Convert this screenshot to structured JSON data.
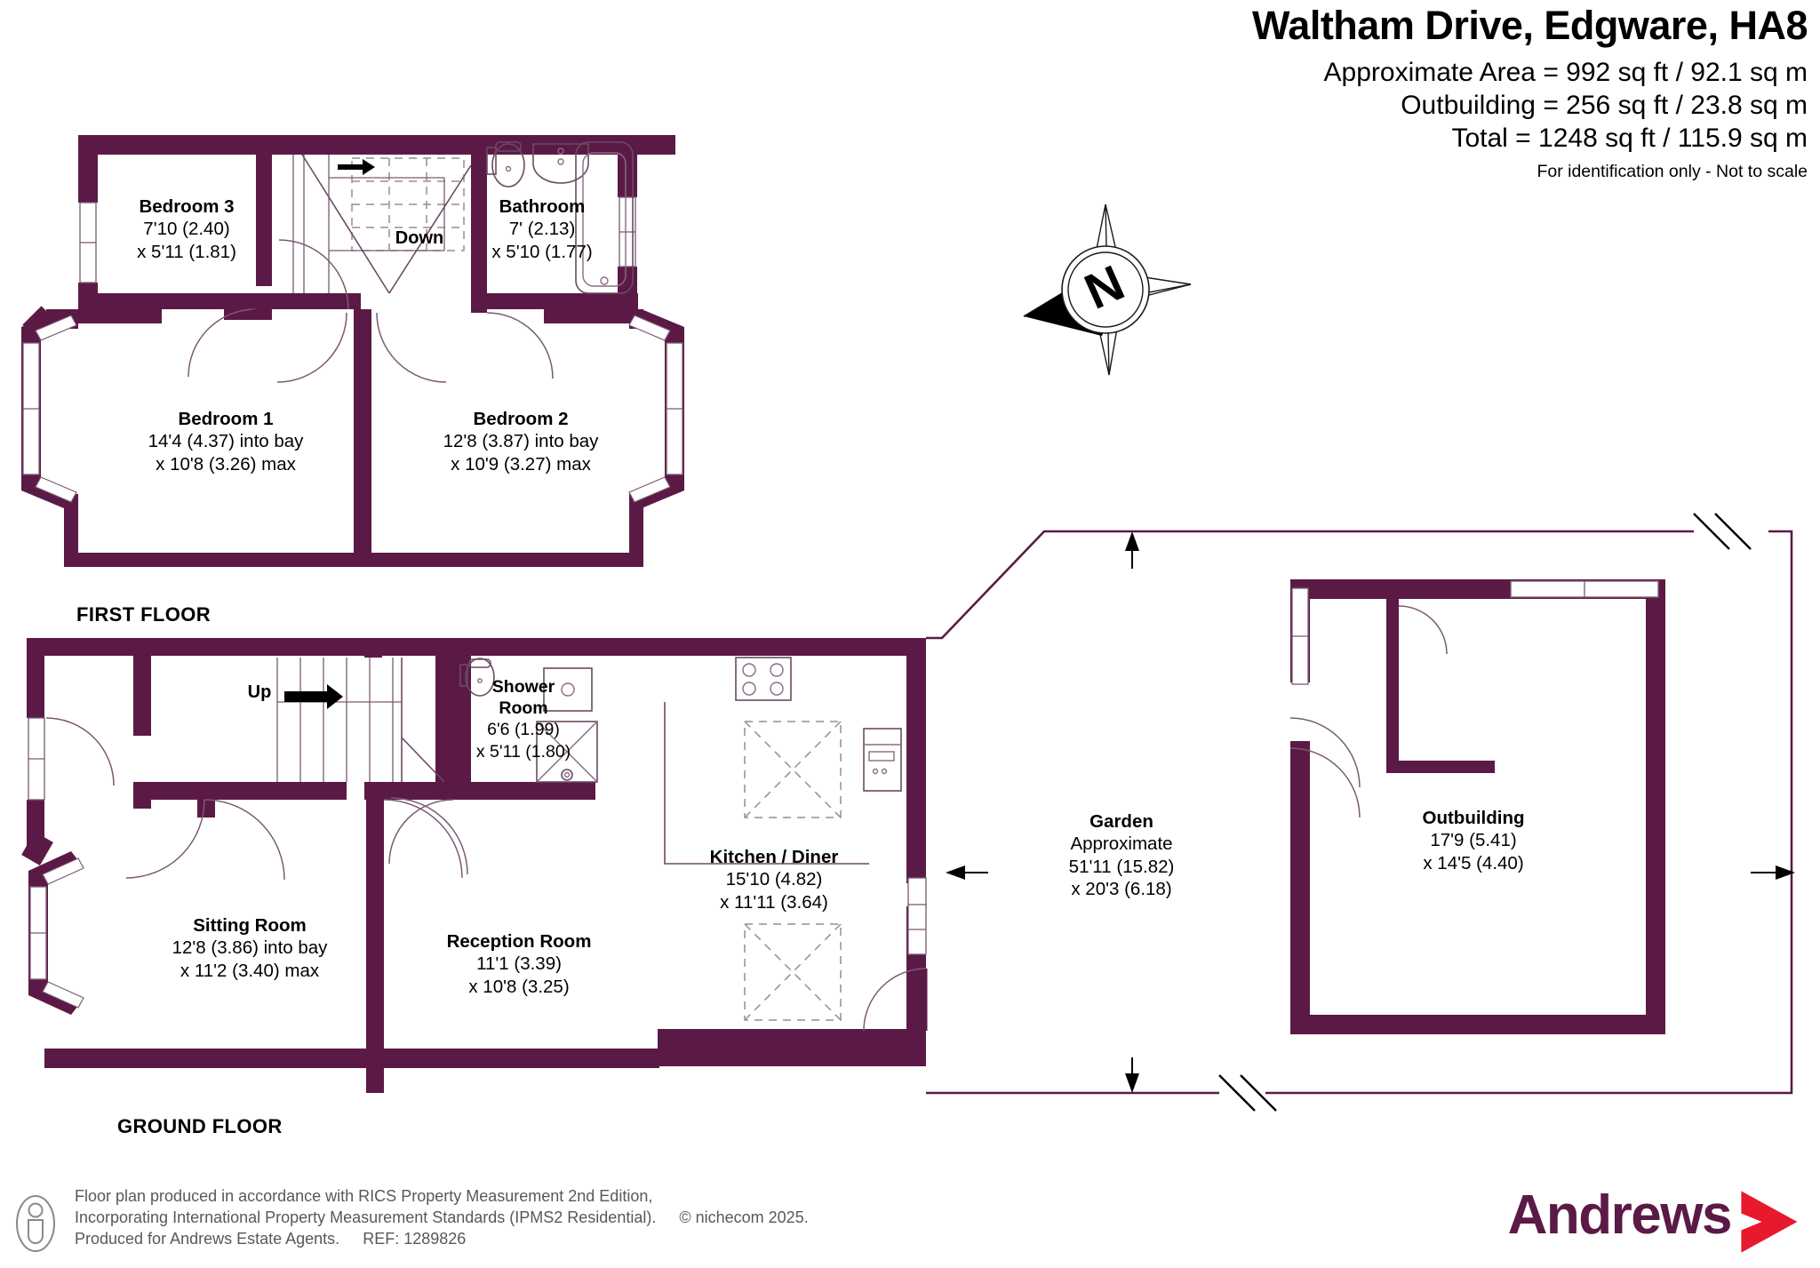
{
  "header": {
    "title": "Waltham Drive, Edgware, HA8",
    "area_line": "Approximate Area = 992 sq ft / 92.1 sq m",
    "outbuilding_line": "Outbuilding = 256 sq ft / 23.8 sq m",
    "total_line": "Total = 1248 sq ft / 115.9 sq m",
    "disclaimer": "For identification only - Not to scale"
  },
  "compass": {
    "north_letter": "N"
  },
  "floors": {
    "first": "FIRST FLOOR",
    "ground": "GROUND FLOOR"
  },
  "stairs": {
    "down": "Down",
    "up": "Up"
  },
  "rooms": {
    "bedroom3": {
      "name": "Bedroom 3",
      "dim1": "7'10 (2.40)",
      "dim2": "x 5'11 (1.81)"
    },
    "bathroom": {
      "name": "Bathroom",
      "dim1": "7' (2.13)",
      "dim2": "x 5'10 (1.77)"
    },
    "bedroom1": {
      "name": "Bedroom 1",
      "dim1": "14'4 (4.37) into bay",
      "dim2": "x 10'8 (3.26) max"
    },
    "bedroom2": {
      "name": "Bedroom 2",
      "dim1": "12'8 (3.87) into bay",
      "dim2": "x 10'9 (3.27) max"
    },
    "shower_room": {
      "name": "Shower",
      "name2": "Room",
      "dim1": "6'6 (1.99)",
      "dim2": "x 5'11 (1.80)"
    },
    "sitting_room": {
      "name": "Sitting Room",
      "dim1": "12'8 (3.86) into bay",
      "dim2": "x 11'2 (3.40) max"
    },
    "reception_room": {
      "name": "Reception Room",
      "dim1": "11'1 (3.39)",
      "dim2": "x 10'8 (3.25)"
    },
    "kitchen_diner": {
      "name": "Kitchen / Diner",
      "dim1": "15'10 (4.82)",
      "dim2": "x 11'11 (3.64)"
    },
    "garden": {
      "name": "Garden",
      "dim0": "Approximate",
      "dim1": "51'11 (15.82)",
      "dim2": "x 20'3 (6.18)"
    },
    "outbuilding": {
      "name": "Outbuilding",
      "dim1": "17'9 (5.41)",
      "dim2": "x 14'5 (4.40)"
    }
  },
  "footer": {
    "line1": "Floor plan produced in accordance with RICS Property Measurement 2nd Edition,",
    "line2a": "Incorporating International Property Measurement Standards (IPMS2 Residential).",
    "line2b": "© nichecom 2025.",
    "line3a": "Produced for Andrews Estate Agents.",
    "line3b": "REF: 1289826"
  },
  "brand": {
    "name": "Andrews",
    "wordmark_color": "#5b1a46",
    "chevron_color": "#e8192c"
  },
  "colors": {
    "wall": "#5b1a46",
    "fixture_stroke": "#6b4a63",
    "garden_stroke": "#5b1a46",
    "text": "#000000",
    "footer_text": "#58585a"
  }
}
